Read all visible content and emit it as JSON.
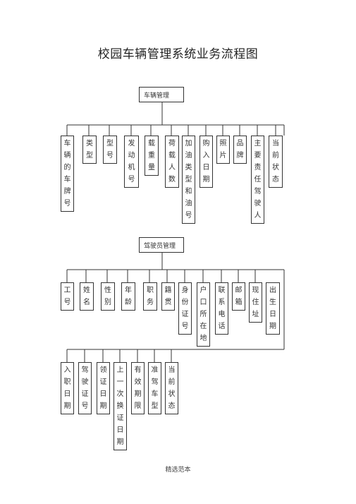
{
  "title": "校园车辆管理系统业务流程图",
  "vehicle": {
    "root": "车辆管理",
    "items": [
      "车辆的车牌号",
      "类型",
      "型号",
      "发动机号",
      "载重量",
      "荷载人数",
      "加油类型和油号",
      "购入日期",
      "照片",
      "品牌",
      "主要责任驾驶人",
      "当前状态"
    ]
  },
  "driver": {
    "root": "驾驶员管理",
    "row1": [
      "工号",
      "姓名",
      "性别",
      "年龄",
      "职务",
      "籍贯",
      "身份证号",
      "户口所在地",
      "联系电话",
      "邮箱",
      "现住址",
      "出生日期"
    ],
    "row2": [
      "入职日期",
      "驾驶证号",
      "领证日期",
      "上一次换证日期",
      "有效期限",
      "准驾车型",
      "当前状态"
    ]
  },
  "footer": "精选范本"
}
